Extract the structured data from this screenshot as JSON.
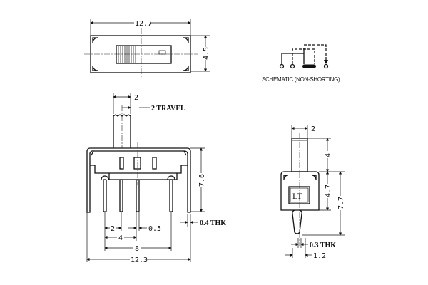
{
  "top_view": {
    "width_dim": "12.7",
    "height_dim": "4.5"
  },
  "schematic": {
    "label": "SCHEMATIC (NON-SHORTING)"
  },
  "front_view": {
    "actuator_width_dim": "2",
    "travel_label": "2 TRAVEL",
    "height_dim": "7.6",
    "thickness_label": "0.4 THK",
    "pin_pitch_dim": "2",
    "pin_width_dim": "0.5",
    "pin_span_4_dim": "4",
    "pin_span_8_dim": "8",
    "overall_width_dim": "12.3"
  },
  "side_view": {
    "actuator_width_dim": "2",
    "actuator_height_dim": "4",
    "body_height_dim": "4.7",
    "overall_height_dim": "7.7",
    "thickness_label": "0.3 THK",
    "pin_width_dim": "1.2",
    "logo_text": "LT"
  }
}
